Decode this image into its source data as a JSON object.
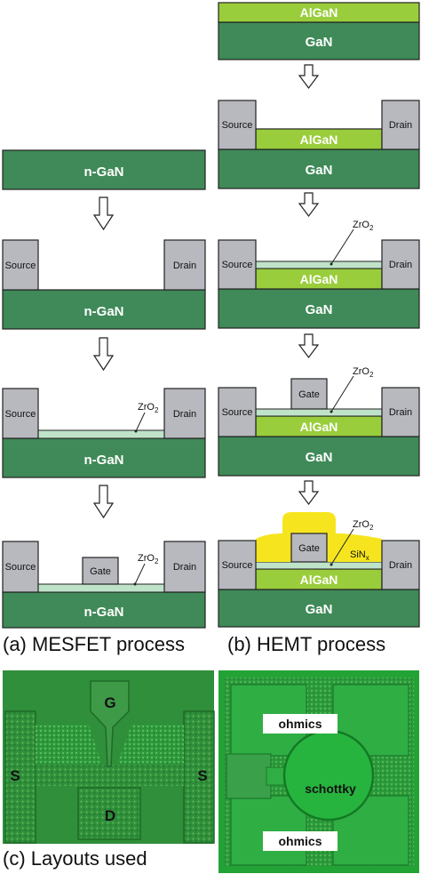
{
  "colors": {
    "gan": "#3f8a58",
    "algan": "#9acd3c",
    "metal": "#b7b9bf",
    "oxide": "#bfe3c9",
    "sinx": "#f6e51e",
    "outline": "#222222",
    "photo_bg": "#2f8f3a"
  },
  "labels": {
    "gan": "GaN",
    "algan": "AlGaN",
    "n_gan": "n-GaN",
    "source": "Source",
    "drain": "Drain",
    "gate": "Gate",
    "zro2_base": "ZrO",
    "zro2_sub": "2",
    "sinx_base": "SiN",
    "sinx_sub": "x"
  },
  "captions": {
    "mesfet": "(a) MESFET process",
    "hemt": "(b) HEMT process",
    "layouts": "(c) Layouts used"
  },
  "layout_a": {
    "gate": "G",
    "source_left": "S",
    "source_right": "S",
    "drain": "D"
  },
  "layout_b": {
    "ohmics_top": "ohmics",
    "schottky": "schottky",
    "ohmics_bottom": "ohmics"
  }
}
